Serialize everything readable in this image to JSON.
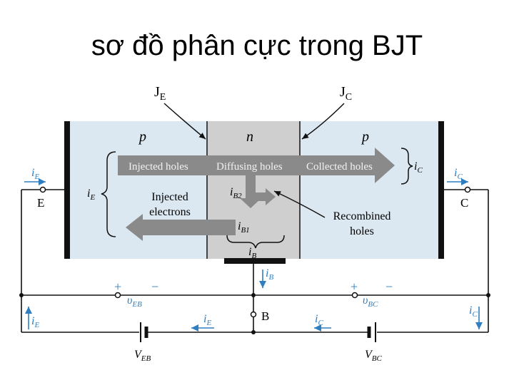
{
  "slide": {
    "title": "sơ đồ phân cực trong BJT",
    "junction_labels": [
      {
        "main": "J",
        "sub": "E"
      },
      {
        "main": "J",
        "sub": "C"
      }
    ]
  },
  "diagram": {
    "regions": {
      "emitter": "p",
      "base": "n",
      "collector": "p"
    },
    "arrow_labels": {
      "injected_holes": "Injected holes",
      "diffusing_holes": "Diffusing holes",
      "collected_holes": "Collected holes",
      "injected_electrons_1": "Injected",
      "injected_electrons_2": "electrons",
      "recombined_1": "Recombined",
      "recombined_2": "holes"
    },
    "currents": {
      "iE_left": {
        "main": "i",
        "sub": "E"
      },
      "iE_brace": {
        "main": "i",
        "sub": "E"
      },
      "iC_right": {
        "main": "i",
        "sub": "C"
      },
      "iC_brace": {
        "main": "i",
        "sub": "C"
      },
      "iB2": {
        "main": "i",
        "sub": "B2"
      },
      "iB1": {
        "main": "i",
        "sub": "B1"
      },
      "iB_bottom": {
        "main": "i",
        "sub": "B"
      },
      "iB_wire": {
        "main": "i",
        "sub": "B"
      },
      "iE_loop": {
        "main": "i",
        "sub": "E"
      },
      "iE_mid": {
        "main": "i",
        "sub": "E"
      },
      "iC_mid": {
        "main": "i",
        "sub": "C"
      },
      "iC_loop": {
        "main": "i",
        "sub": "C"
      }
    },
    "terminals": {
      "emitter": "E",
      "collector": "C",
      "base": "B"
    },
    "voltages": {
      "veb": {
        "main": "υ",
        "sub": "EB"
      },
      "vbc": {
        "main": "υ",
        "sub": "BC"
      },
      "VEB": {
        "main": "V",
        "sub": "EB"
      },
      "VBC": {
        "main": "V",
        "sub": "BC"
      }
    },
    "polarity": {
      "plus": "+",
      "minus": "−"
    },
    "colors": {
      "body_fill": "#dbe8f1",
      "base_fill": "#cfcfcf",
      "arrow_fill": "#8a8a8a",
      "arrow_text": "#f2f2f2",
      "current_blue": "#2f7fc0",
      "wire": "#111111"
    }
  }
}
